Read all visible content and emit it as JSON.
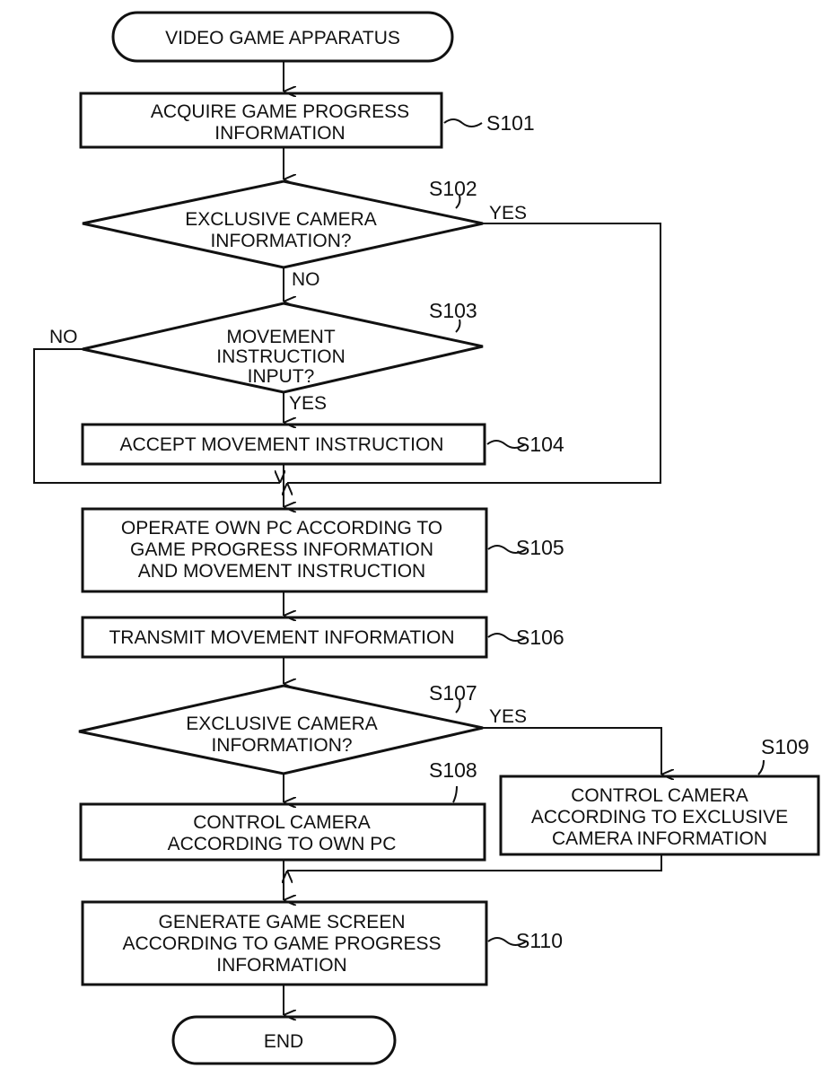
{
  "diagram": {
    "type": "flowchart",
    "start": {
      "label": "VIDEO GAME APPARATUS"
    },
    "end": {
      "label": "END"
    },
    "steps": {
      "s101": {
        "id": "S101",
        "lines": [
          "ACQUIRE GAME PROGRESS",
          "INFORMATION"
        ]
      },
      "s102": {
        "id": "S102",
        "lines": [
          "EXCLUSIVE CAMERA",
          "INFORMATION?"
        ],
        "yes": "YES",
        "no": "NO"
      },
      "s103": {
        "id": "S103",
        "lines": [
          "MOVEMENT",
          "INSTRUCTION",
          "INPUT?"
        ],
        "yes": "YES",
        "no": "NO"
      },
      "s104": {
        "id": "S104",
        "lines": [
          "ACCEPT MOVEMENT INSTRUCTION"
        ]
      },
      "s105": {
        "id": "S105",
        "lines": [
          "OPERATE OWN PC ACCORDING TO",
          "GAME PROGRESS INFORMATION",
          "AND MOVEMENT INSTRUCTION"
        ]
      },
      "s106": {
        "id": "S106",
        "lines": [
          "TRANSMIT MOVEMENT INFORMATION"
        ]
      },
      "s107": {
        "id": "S107",
        "lines": [
          "EXCLUSIVE CAMERA",
          "INFORMATION?"
        ],
        "yes": "YES"
      },
      "s108": {
        "id": "S108",
        "lines": [
          "CONTROL CAMERA",
          "ACCORDING TO OWN PC"
        ]
      },
      "s109": {
        "id": "S109",
        "lines": [
          "CONTROL CAMERA",
          "ACCORDING TO EXCLUSIVE",
          "CAMERA INFORMATION"
        ]
      },
      "s110": {
        "id": "S110",
        "lines": [
          "GENERATE GAME SCREEN",
          "ACCORDING TO GAME PROGRESS",
          "INFORMATION"
        ]
      }
    }
  }
}
